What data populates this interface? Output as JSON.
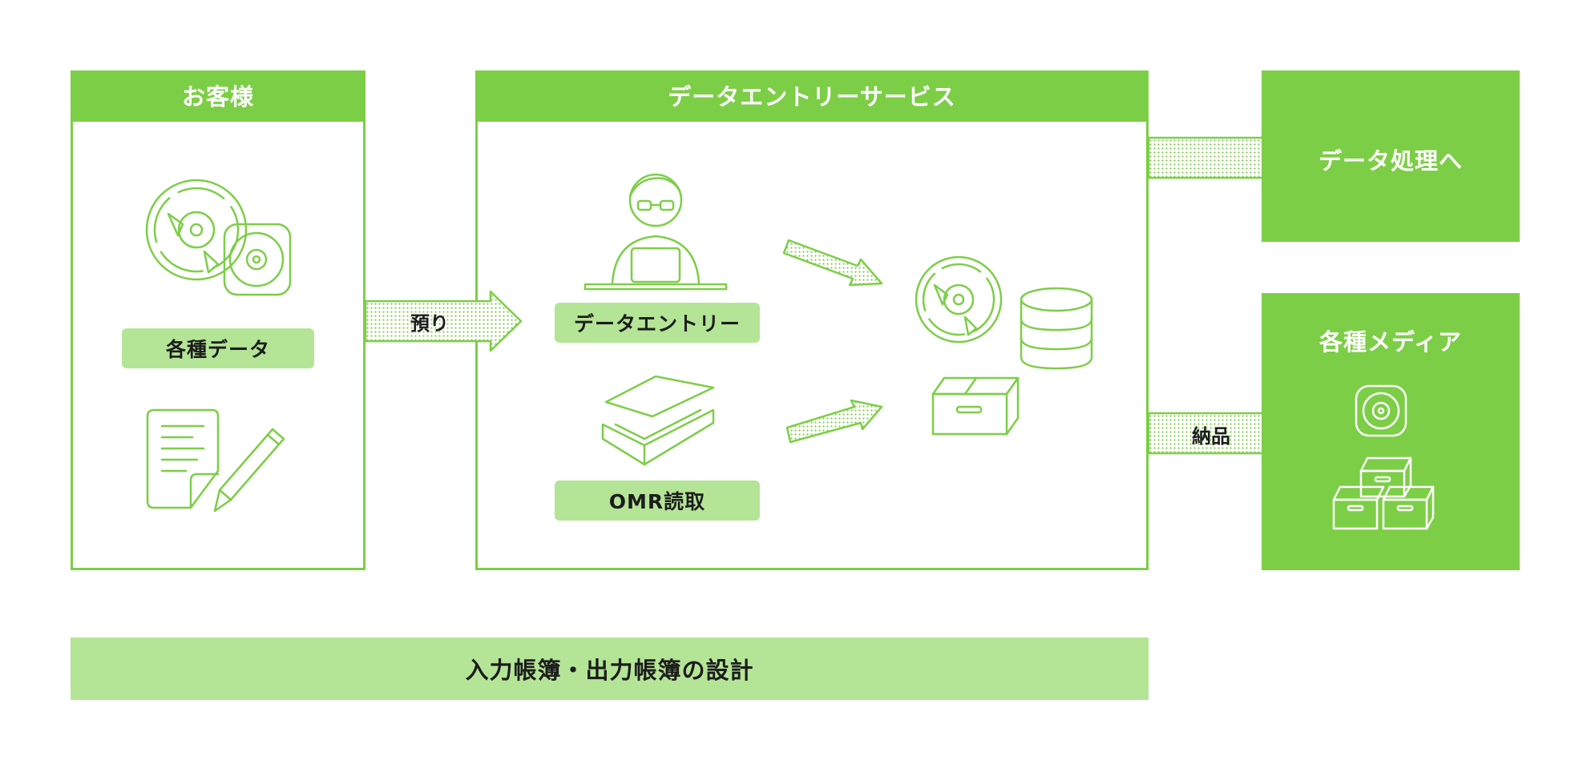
{
  "customer": {
    "title": "お客様",
    "data_label": "各種データ"
  },
  "service": {
    "title": "データエントリーサービス",
    "entry_label": "データエントリー",
    "omr_label": "OMR読取"
  },
  "arrows": {
    "deposit": "預り",
    "delivery": "納品"
  },
  "processing": {
    "label": "データ処理へ"
  },
  "media": {
    "label": "各種メディア"
  },
  "footer": {
    "label": "入力帳簿・出力帳簿の設計"
  },
  "colors": {
    "accent": "#7dce47",
    "light": "#b4e596",
    "text": "#1c1c1c"
  }
}
